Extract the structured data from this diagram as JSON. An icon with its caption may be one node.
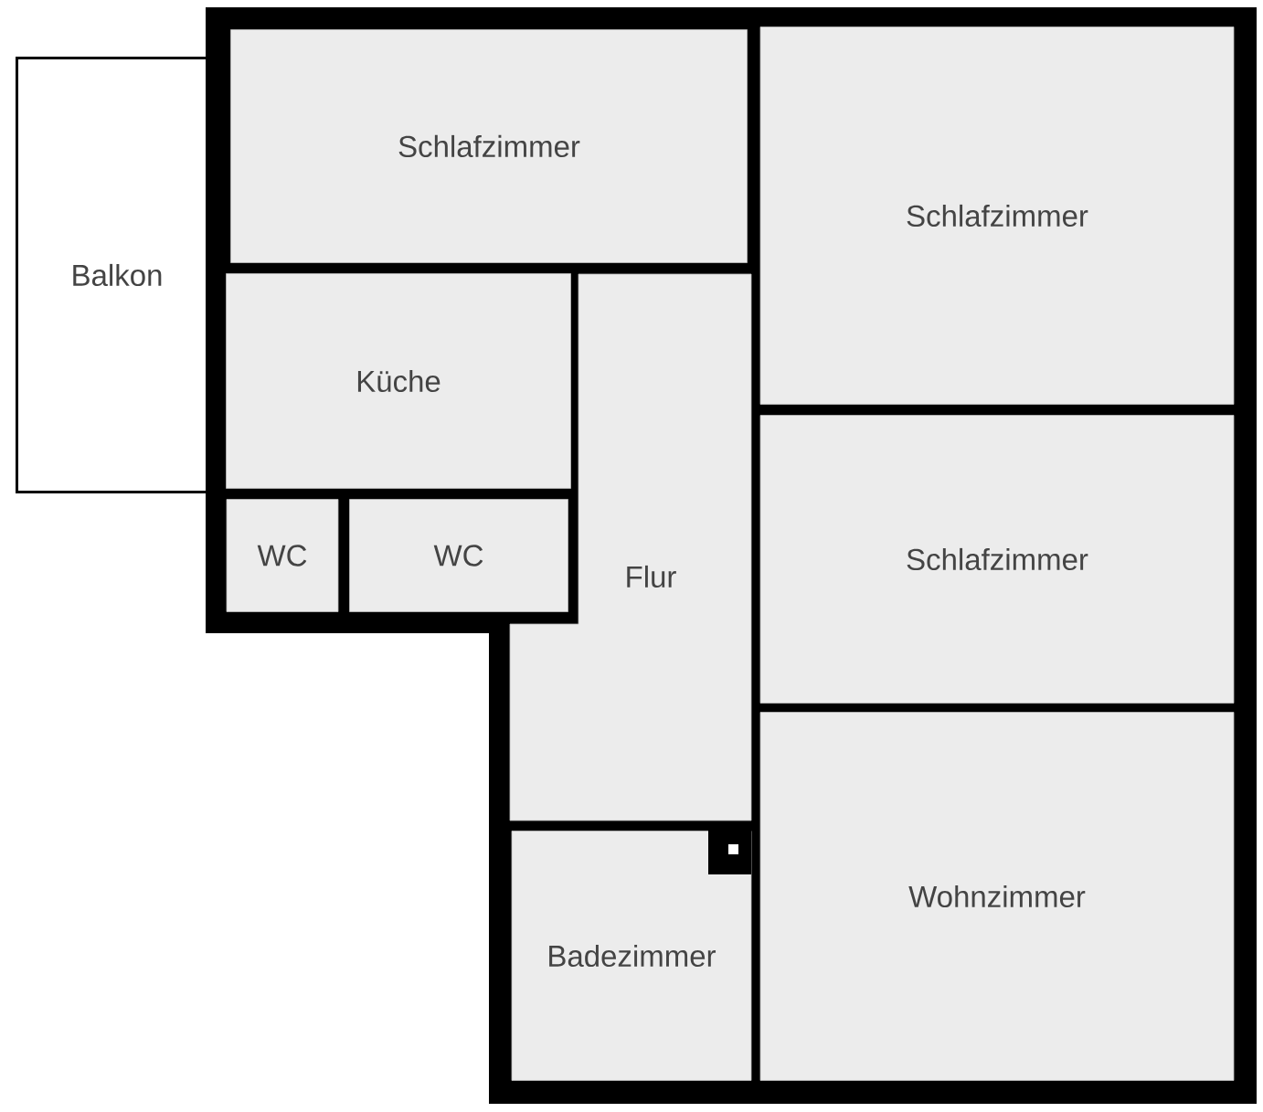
{
  "diagram": {
    "nodes": [
      {
        "text": [
          "Balkon"
        ]
      },
      {
        "text": [
          "Schlafzimmer"
        ]
      },
      {
        "text": [
          "Schlafzimmer"
        ]
      },
      {
        "text": [
          "Küche"
        ]
      },
      {
        "text": [
          "WC"
        ]
      },
      {
        "text": [
          "WC"
        ]
      },
      {
        "text": [
          "Flur"
        ]
      },
      {
        "text": [
          "Schlafzimmer"
        ]
      },
      {
        "text": [
          "Wohnzimmer"
        ]
      },
      {
        "text": [
          "Badezimmer"
        ]
      }
    ]
  }
}
